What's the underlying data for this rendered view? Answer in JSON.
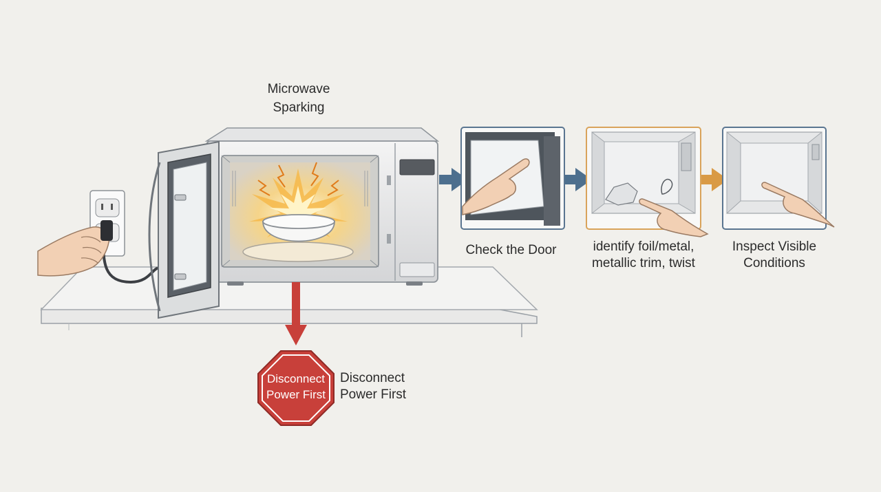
{
  "title_line1": "Microwave",
  "title_line2": "Sparking",
  "stop_sign": {
    "line1": "Disconnect",
    "line2": "Power First",
    "color": "#c8403a"
  },
  "stop_caption": {
    "line1": "Disconnect",
    "line2": "Power First"
  },
  "steps": [
    {
      "line1": "Check the Door",
      "line2": "",
      "frame_color": "#5a7590",
      "arrow_color": "#4d6f8e"
    },
    {
      "line1": "identify foil/metal,",
      "line2": "metallic trim, twist",
      "frame_color": "#d9a35a",
      "arrow_color": "#4d6f8e"
    },
    {
      "line1": "Inspect Visible",
      "line2": "Conditions",
      "frame_color": "#5a7590",
      "arrow_color": "#d99a45"
    }
  ],
  "icons": [
    "wall-outlet-icon",
    "power-plug-icon",
    "hand-icon",
    "spark-burst-icon",
    "bowl-icon",
    "pointing-hand-icon",
    "stop-sign-icon"
  ]
}
